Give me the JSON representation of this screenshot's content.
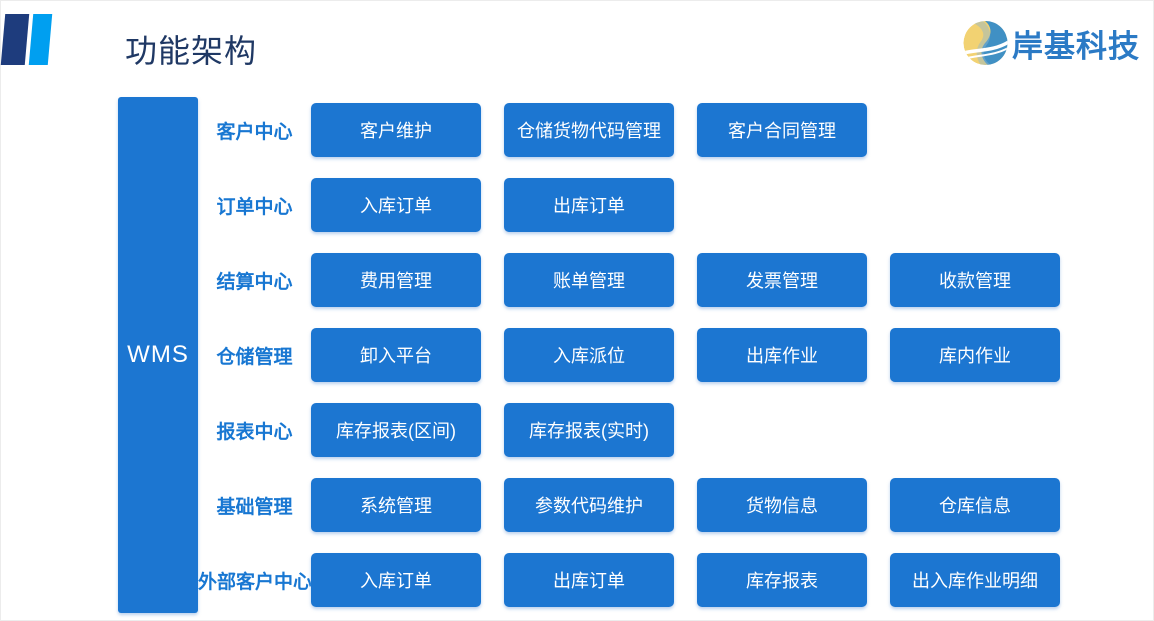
{
  "page": {
    "title": "功能架构"
  },
  "logo": {
    "company_name": "岸基科技"
  },
  "root": {
    "label": "WMS"
  },
  "colors": {
    "module_blue": "#1C76D1",
    "category_label_blue": "#1877D2",
    "title_navy": "#1F3864",
    "deco_navy": "#1E3C7D",
    "deco_light_blue": "#009FF0",
    "logo_yellow": "#F2D272",
    "logo_blue": "#4090C4",
    "logo_text_blue": "#2B7AC5"
  },
  "rows": [
    {
      "category": "客户中心",
      "modules": [
        "客户维护",
        "仓储货物代码管理",
        "客户合同管理"
      ]
    },
    {
      "category": "订单中心",
      "modules": [
        "入库订单",
        "出库订单"
      ]
    },
    {
      "category": "结算中心",
      "modules": [
        "费用管理",
        "账单管理",
        "发票管理",
        "收款管理"
      ]
    },
    {
      "category": "仓储管理",
      "modules": [
        "卸入平台",
        "入库派位",
        "出库作业",
        "库内作业"
      ]
    },
    {
      "category": "报表中心",
      "modules": [
        "库存报表(区间)",
        "库存报表(实时)"
      ]
    },
    {
      "category": "基础管理",
      "modules": [
        "系统管理",
        "参数代码维护",
        "货物信息",
        "仓库信息"
      ]
    },
    {
      "category": "外部客户中心",
      "modules": [
        "入库订单",
        "出库订单",
        "库存报表",
        "出入库作业明细"
      ]
    }
  ]
}
